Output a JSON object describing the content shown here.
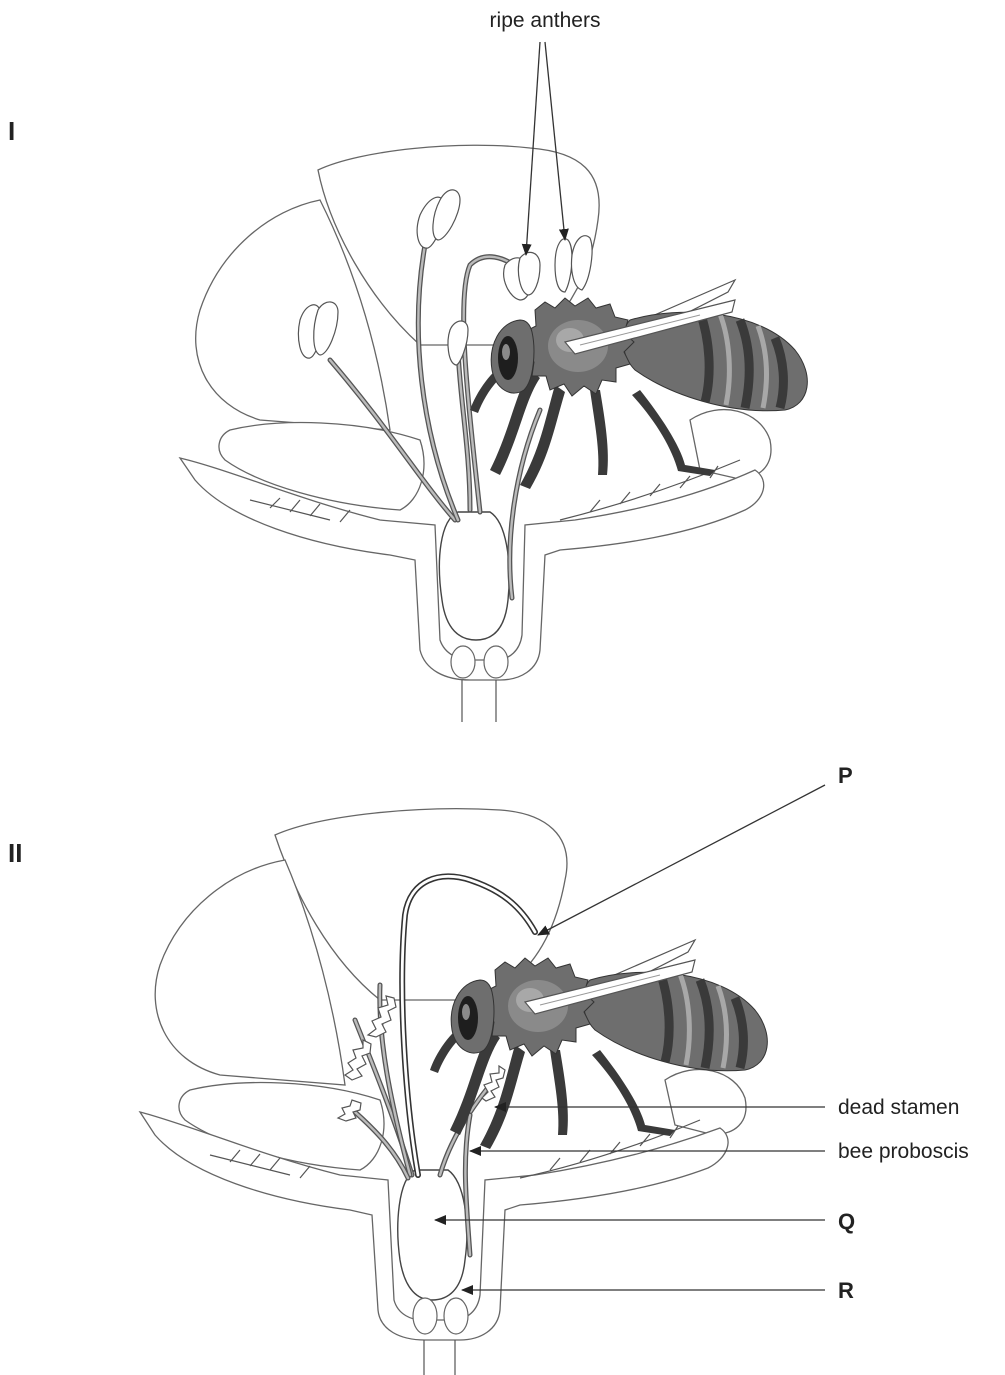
{
  "panels": [
    {
      "roman": "I",
      "labels": {
        "ripe_anthers": "ripe anthers"
      }
    },
    {
      "roman": "II",
      "labels": {
        "P": "P",
        "dead_stamen": "dead stamen",
        "bee_proboscis": "bee proboscis",
        "Q": "Q",
        "R": "R"
      }
    }
  ],
  "colors": {
    "outline": "#666666",
    "bee_dark": "#3a3a3a",
    "bee_mid": "#6e6e6e",
    "bee_light": "#a8a8a8"
  }
}
